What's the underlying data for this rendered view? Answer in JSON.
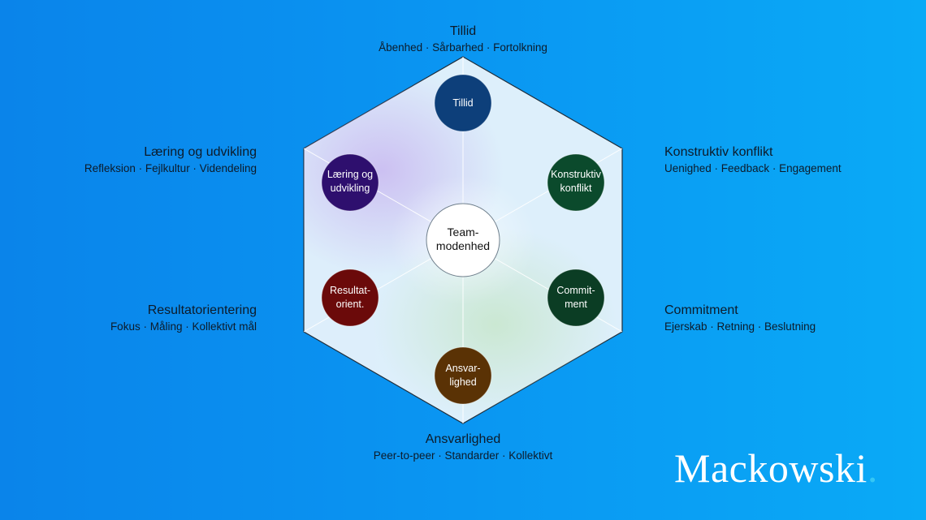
{
  "center": {
    "line1": "Team-",
    "line2": "modenhed"
  },
  "nodes": {
    "top": {
      "line1": "Tillid",
      "line2": "",
      "color": "#0d3f7a"
    },
    "right_top": {
      "line1": "Konstruktiv",
      "line2": "konflikt",
      "color": "#0b4a2c"
    },
    "right_bottom": {
      "line1": "Commit-",
      "line2": "ment",
      "color": "#0b3d24"
    },
    "bottom": {
      "line1": "Ansvar-",
      "line2": "lighed",
      "color": "#5a3205"
    },
    "left_bottom": {
      "line1": "Resultat-",
      "line2": "orient.",
      "color": "#6b0a0a"
    },
    "left_top": {
      "line1": "Læring og",
      "line2": "udvikling",
      "color": "#2e0f6e"
    }
  },
  "labels": {
    "top": {
      "title": "Tillid",
      "subtitle": "Åbenhed · Sårbarhed · Fortolkning"
    },
    "right_top": {
      "title": "Konstruktiv konflikt",
      "subtitle": "Uenighed · Feedback · Engagement"
    },
    "right_bottom": {
      "title": "Commitment",
      "subtitle": "Ejerskab · Retning · Beslutning"
    },
    "bottom": {
      "title": "Ansvarlighed",
      "subtitle": "Peer-to-peer · Standarder · Kollektivt"
    },
    "left_bottom": {
      "title": "Resultatorientering",
      "subtitle": "Fokus · Måling · Kollektivt mål"
    },
    "left_top": {
      "title": "Læring og udvikling",
      "subtitle": "Refleksion · Fejlkultur · Videndeling"
    }
  },
  "brand": {
    "name": "Mackowski",
    "dot": "."
  }
}
